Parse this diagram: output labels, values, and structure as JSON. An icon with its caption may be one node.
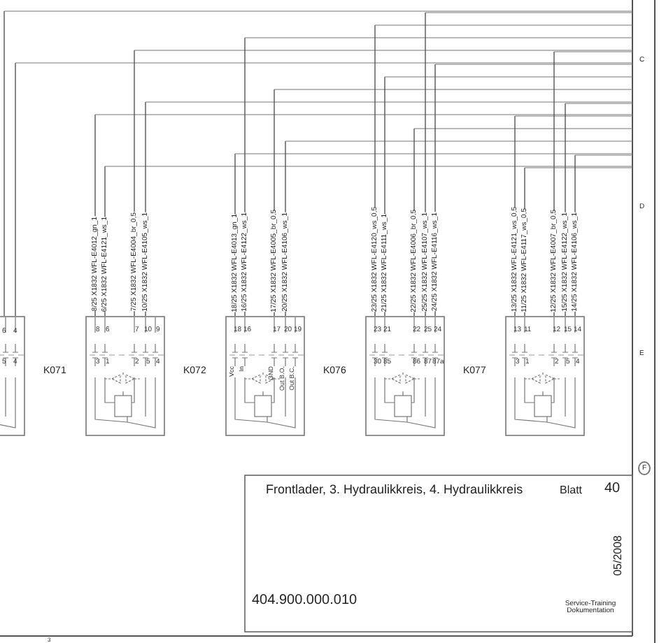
{
  "diagram": {
    "nodes": [
      {
        "text": [],
        "shape": "box"
      },
      {
        "text": [
          "K071"
        ]
      },
      {
        "text": [
          "K072"
        ]
      },
      {
        "text": [
          "K076"
        ]
      },
      {
        "text": [
          "K077"
        ]
      }
    ],
    "edges": [
      {
        "from": null,
        "to": 0,
        "arrow": "none"
      },
      {
        "from": null,
        "to": 0,
        "arrow": "none"
      },
      {
        "from": null,
        "to": 1,
        "arrow": "none",
        "label": "8/25 X1832 WFL-E4012_gn_1"
      },
      {
        "from": null,
        "to": 1,
        "arrow": "none",
        "label": "6/25 X1832 WFL-E4121_ws_1"
      },
      {
        "from": null,
        "to": 1,
        "arrow": "none",
        "label": "7/25 X1832 WFL-E4004_br_0,5"
      },
      {
        "from": null,
        "to": 1,
        "arrow": "none",
        "label": "10/25 X1832 WFL-E4105_ws_1"
      },
      {
        "from": null,
        "to": 2,
        "arrow": "none",
        "label": "18/25 X1832 WFL-E4013_gn_1"
      },
      {
        "from": null,
        "to": 2,
        "arrow": "none",
        "label": "16/25 X1832 WFL-E4122_ws_1"
      },
      {
        "from": null,
        "to": 2,
        "arrow": "none",
        "label": "17/25 X1832 WFL-E4005_br_0,5"
      },
      {
        "from": null,
        "to": 2,
        "arrow": "none",
        "label": "20/25 X1832 WFL-E4106_ws_1"
      },
      {
        "from": null,
        "to": 3,
        "arrow": "none",
        "label": "23/25 X1832 WFL-E4120_ws_0,5"
      },
      {
        "from": null,
        "to": 3,
        "arrow": "none",
        "label": "21/25 X1832 WFL-E4111_ws_1"
      },
      {
        "from": null,
        "to": 3,
        "arrow": "none",
        "label": "22/25 X1832 WFL-E4006_br_0,5"
      },
      {
        "from": null,
        "to": 3,
        "arrow": "none",
        "label": "25/25 X1832 WFL-E4107_ws_1"
      },
      {
        "from": null,
        "to": 3,
        "arrow": "none",
        "label": "24/25 X1832 WFL-E4116_ws_1"
      },
      {
        "from": null,
        "to": 4,
        "arrow": "none",
        "label": "13/25 X1832 WFL-E4121_ws_0,5"
      },
      {
        "from": null,
        "to": 4,
        "arrow": "none",
        "label": "11/25 X1832 WFL-E4117_ws_0,5"
      },
      {
        "from": null,
        "to": 4,
        "arrow": "none",
        "label": "12/25 X1832 WFL-E4007_br_0,5"
      },
      {
        "from": null,
        "to": 4,
        "arrow": "none",
        "label": "15/25 X1832 WFL-E4122_ws_1"
      },
      {
        "from": null,
        "to": 4,
        "arrow": "none",
        "label": "14/25 X1832 WFL-E4106_ws_1"
      }
    ],
    "labels": [
      "6",
      "4",
      "5",
      "4",
      "8",
      "6",
      "7",
      "10",
      "9",
      "3",
      "1",
      "2",
      "5",
      "4",
      "18",
      "16",
      "17",
      "20",
      "19",
      "Vcc",
      "In",
      "GND",
      "Out B.O.",
      "Out B.C.",
      "23",
      "21",
      "22",
      "25",
      "24",
      "30",
      "85",
      "86",
      "87",
      "87a",
      "13",
      "11",
      "12",
      "15",
      "14",
      "3",
      "1",
      "2",
      "5",
      "4",
      "Frontlader, 3. Hydraulikkreis, 4. Hydraulikkreis",
      "Blatt",
      "40",
      "05/2008",
      "404.900.000.010",
      "Service-Training Dokumentation",
      "C",
      "D",
      "E",
      "F",
      "3"
    ]
  }
}
